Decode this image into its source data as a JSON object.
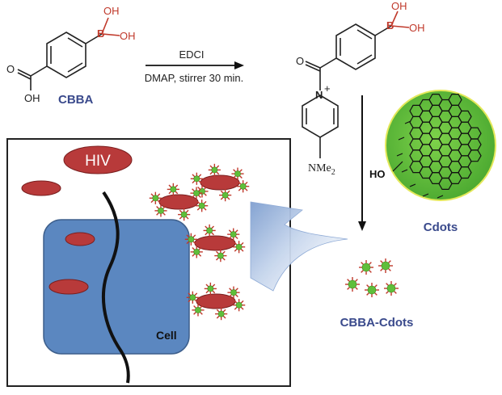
{
  "reaction": {
    "reagent_top": "EDCI",
    "reagent_bottom": "DMAP, stirrer 30 min."
  },
  "molecules": {
    "cbba_label": "CBBA",
    "oh": "OH",
    "o": "O",
    "plus": "+",
    "nme2": "NMe",
    "nme2_sub": "2",
    "ho": "HO"
  },
  "cdots": {
    "label": "Cdots",
    "color": "#5ab43a"
  },
  "product": {
    "label": "CBBA-Cdots"
  },
  "cell_panel": {
    "virus_label": "HIV",
    "cell_label": "Cell",
    "virus_color": "#b83a3a",
    "cell_color": "#5b87c0",
    "dot_color": "#5fbf3a",
    "spike_color": "#c0392b"
  },
  "colors": {
    "boron_red": "#c0392b",
    "label_blue": "#3a4a8c",
    "border": "#222222"
  }
}
